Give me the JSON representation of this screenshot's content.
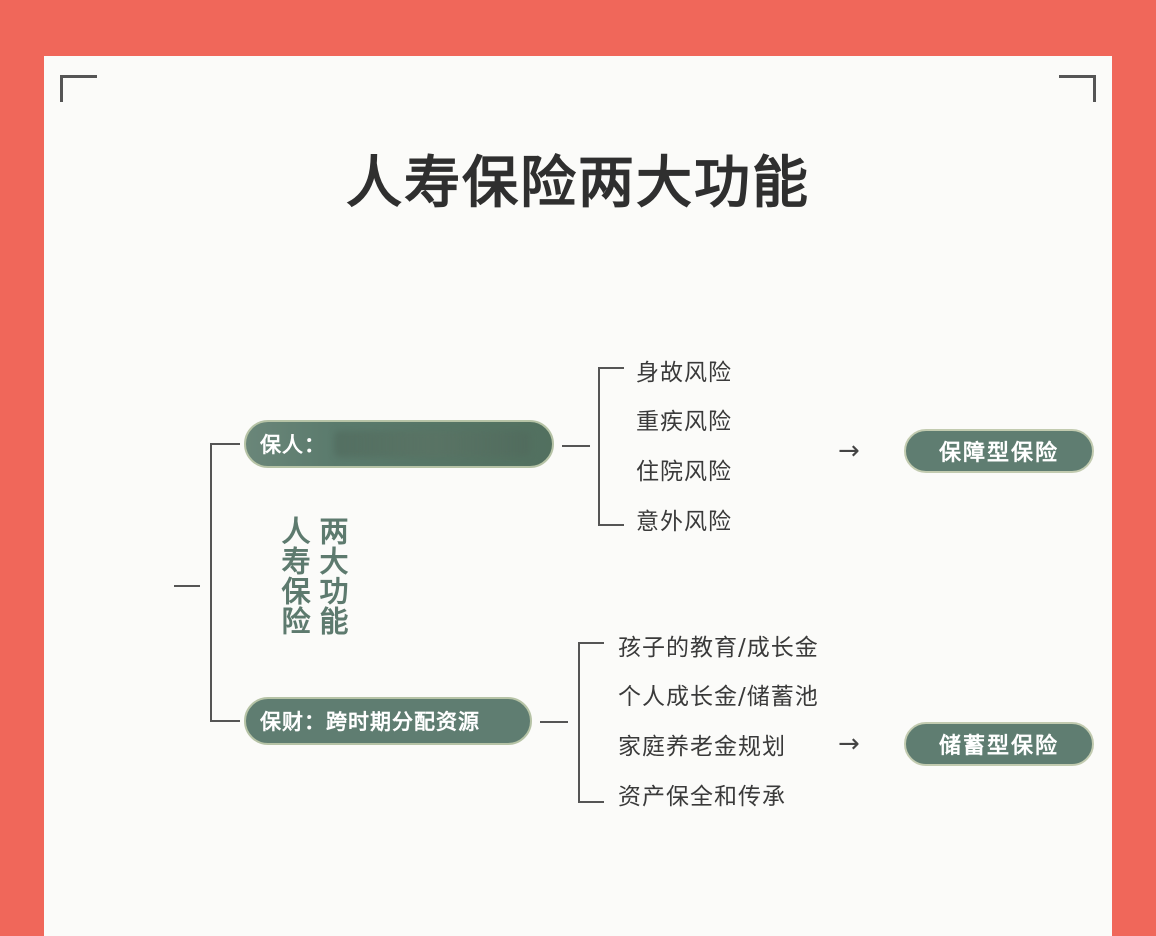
{
  "title": "人寿保险两大功能",
  "root": {
    "col_left": "人寿保险",
    "col_right": "两大功能"
  },
  "branch_protect_people": {
    "label": "保人：",
    "items": [
      "身故风险",
      "重疾风险",
      "住院风险",
      "意外风险"
    ],
    "result": "保障型保险"
  },
  "branch_protect_wealth": {
    "label": "保财：跨时期分配资源",
    "items": [
      "孩子的教育/成长金",
      "个人成长金/储蓄池",
      "家庭养老金规划",
      "资产保全和传承"
    ],
    "result": "储蓄型保险"
  },
  "arrow_glyph": "→",
  "colors": {
    "background": "#f0675a",
    "card": "#fbfbf9",
    "accent_green": "#5f7d71",
    "text": "#3a3a3a"
  }
}
